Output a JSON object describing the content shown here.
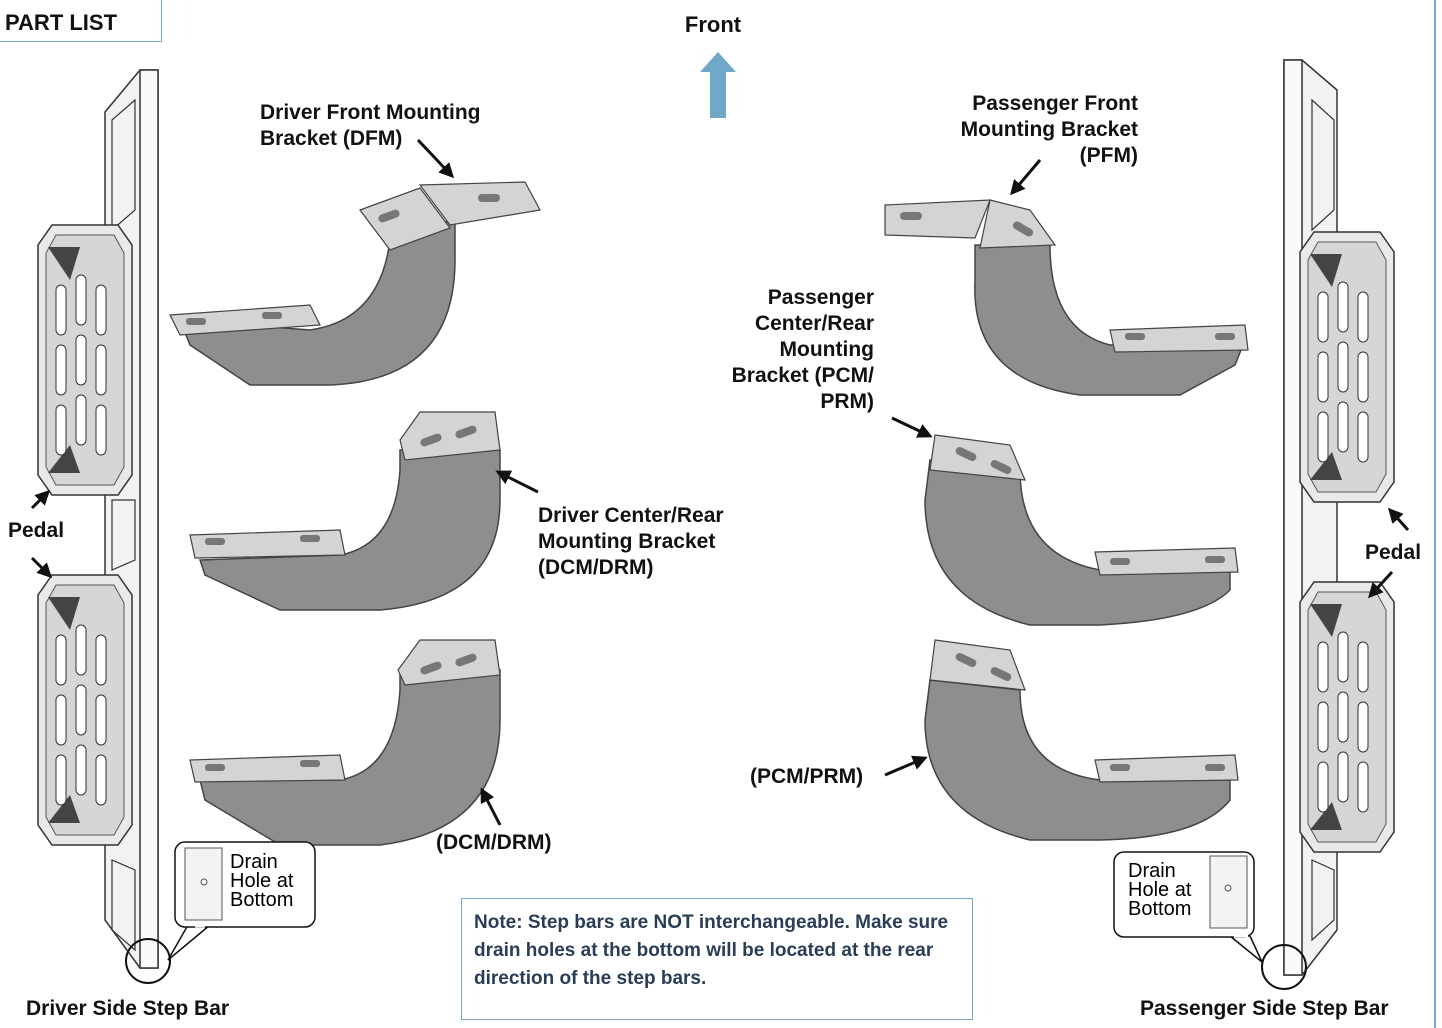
{
  "header": {
    "part_list": "PART LIST",
    "front_label": "Front"
  },
  "labels": {
    "dfm": [
      "Driver Front Mounting",
      "Bracket (DFM)"
    ],
    "dcm_main": [
      "Driver Center/Rear",
      "Mounting Bracket",
      "(DCM/DRM)"
    ],
    "dcm_short": "(DCM/DRM)",
    "pfm": [
      "Passenger Front",
      "Mounting Bracket",
      "(PFM)"
    ],
    "pcm_main": [
      "Passenger",
      "Center/Rear",
      "Mounting",
      "Bracket (PCM/",
      "PRM)"
    ],
    "pcm_short": "(PCM/PRM)",
    "pedal_left": "Pedal",
    "pedal_right": "Pedal",
    "driver_bar": "Driver Side Step Bar",
    "passenger_bar": "Passenger Side Step Bar"
  },
  "callouts": {
    "driver_drain": [
      "Drain",
      "Hole at",
      "Bottom"
    ],
    "passenger_drain": [
      "Drain",
      "Hole at",
      "Bottom"
    ]
  },
  "note": "Note: Step bars are NOT interchangeable. Make sure drain holes at the bottom will be located at the rear direction of the step bars.",
  "colors": {
    "frame": "#7aa6c8",
    "arrow_front": "#6fa8c8",
    "bracket_face": "#8e8e8e",
    "bracket_top": "#d4d4d4"
  }
}
